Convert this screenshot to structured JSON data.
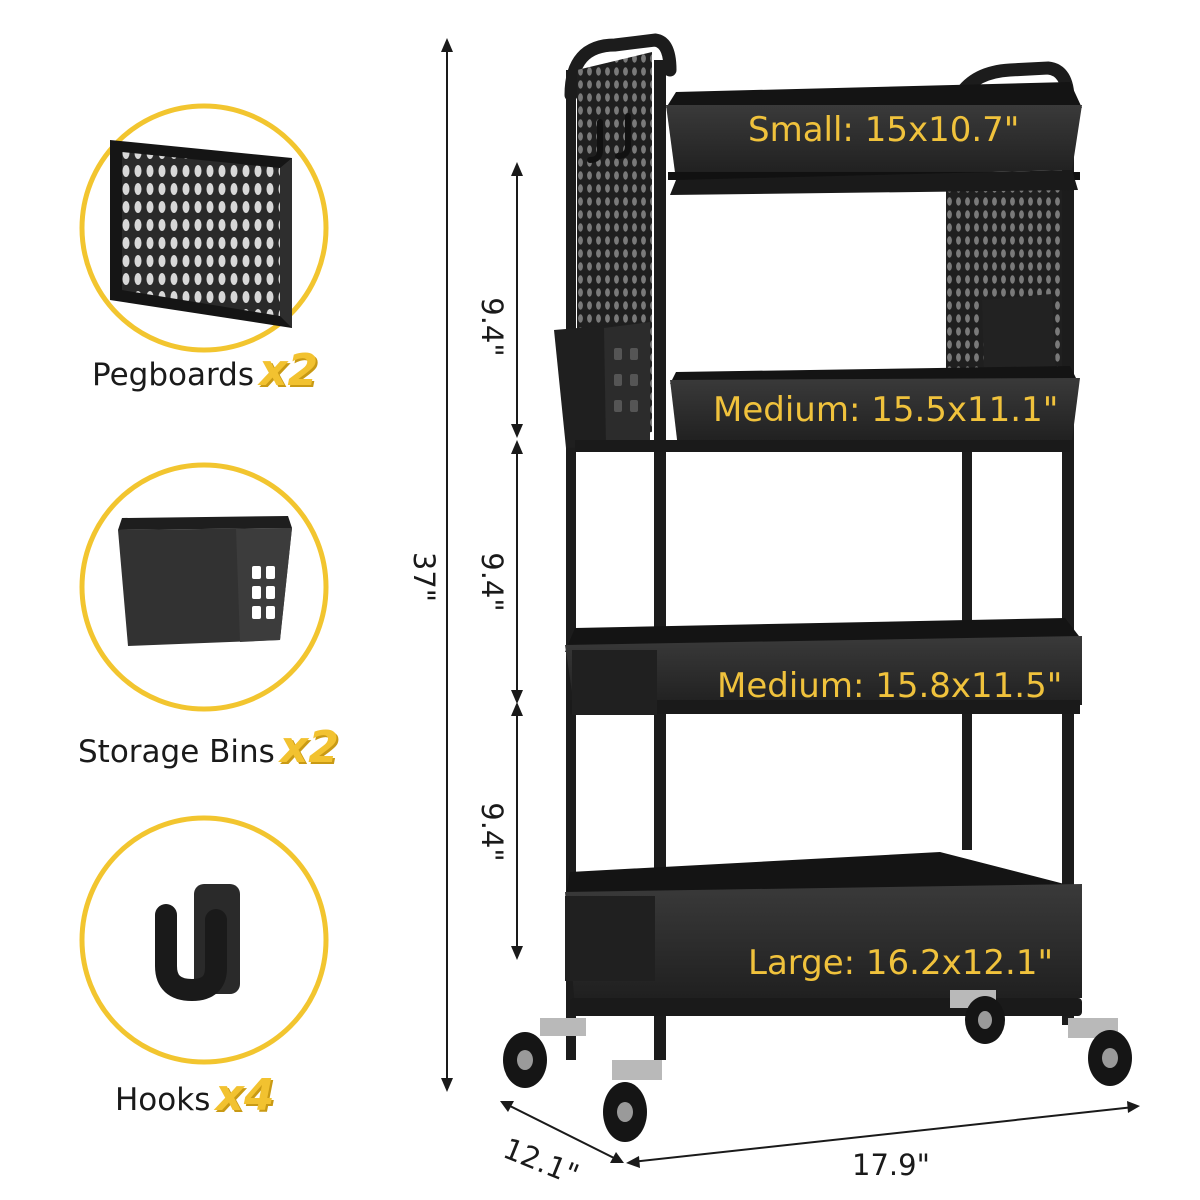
{
  "accessories": [
    {
      "name": "Pegboards",
      "qty": "x2",
      "icon": "pegboard-icon"
    },
    {
      "name": "Storage Bins",
      "qty": "x2",
      "icon": "storage-bin-icon"
    },
    {
      "name": "Hooks",
      "qty": "x4",
      "icon": "hook-icon"
    }
  ],
  "shelves": [
    {
      "label": "Small: 15x10.7\""
    },
    {
      "label": "Medium: 15.5x11.1\""
    },
    {
      "label": "Medium: 15.8x11.5\""
    },
    {
      "label": "Large: 16.2x12.1\""
    }
  ],
  "dimensions": {
    "height": "37\"",
    "spacing": [
      "9.4\"",
      "9.4\"",
      "9.4\""
    ],
    "depth": "12.1\"",
    "width": "17.9\""
  },
  "colors": {
    "accent": "#f2c230",
    "frame": "#1c1c1c",
    "basket": "#262626",
    "label_text": "#f0c23c"
  }
}
